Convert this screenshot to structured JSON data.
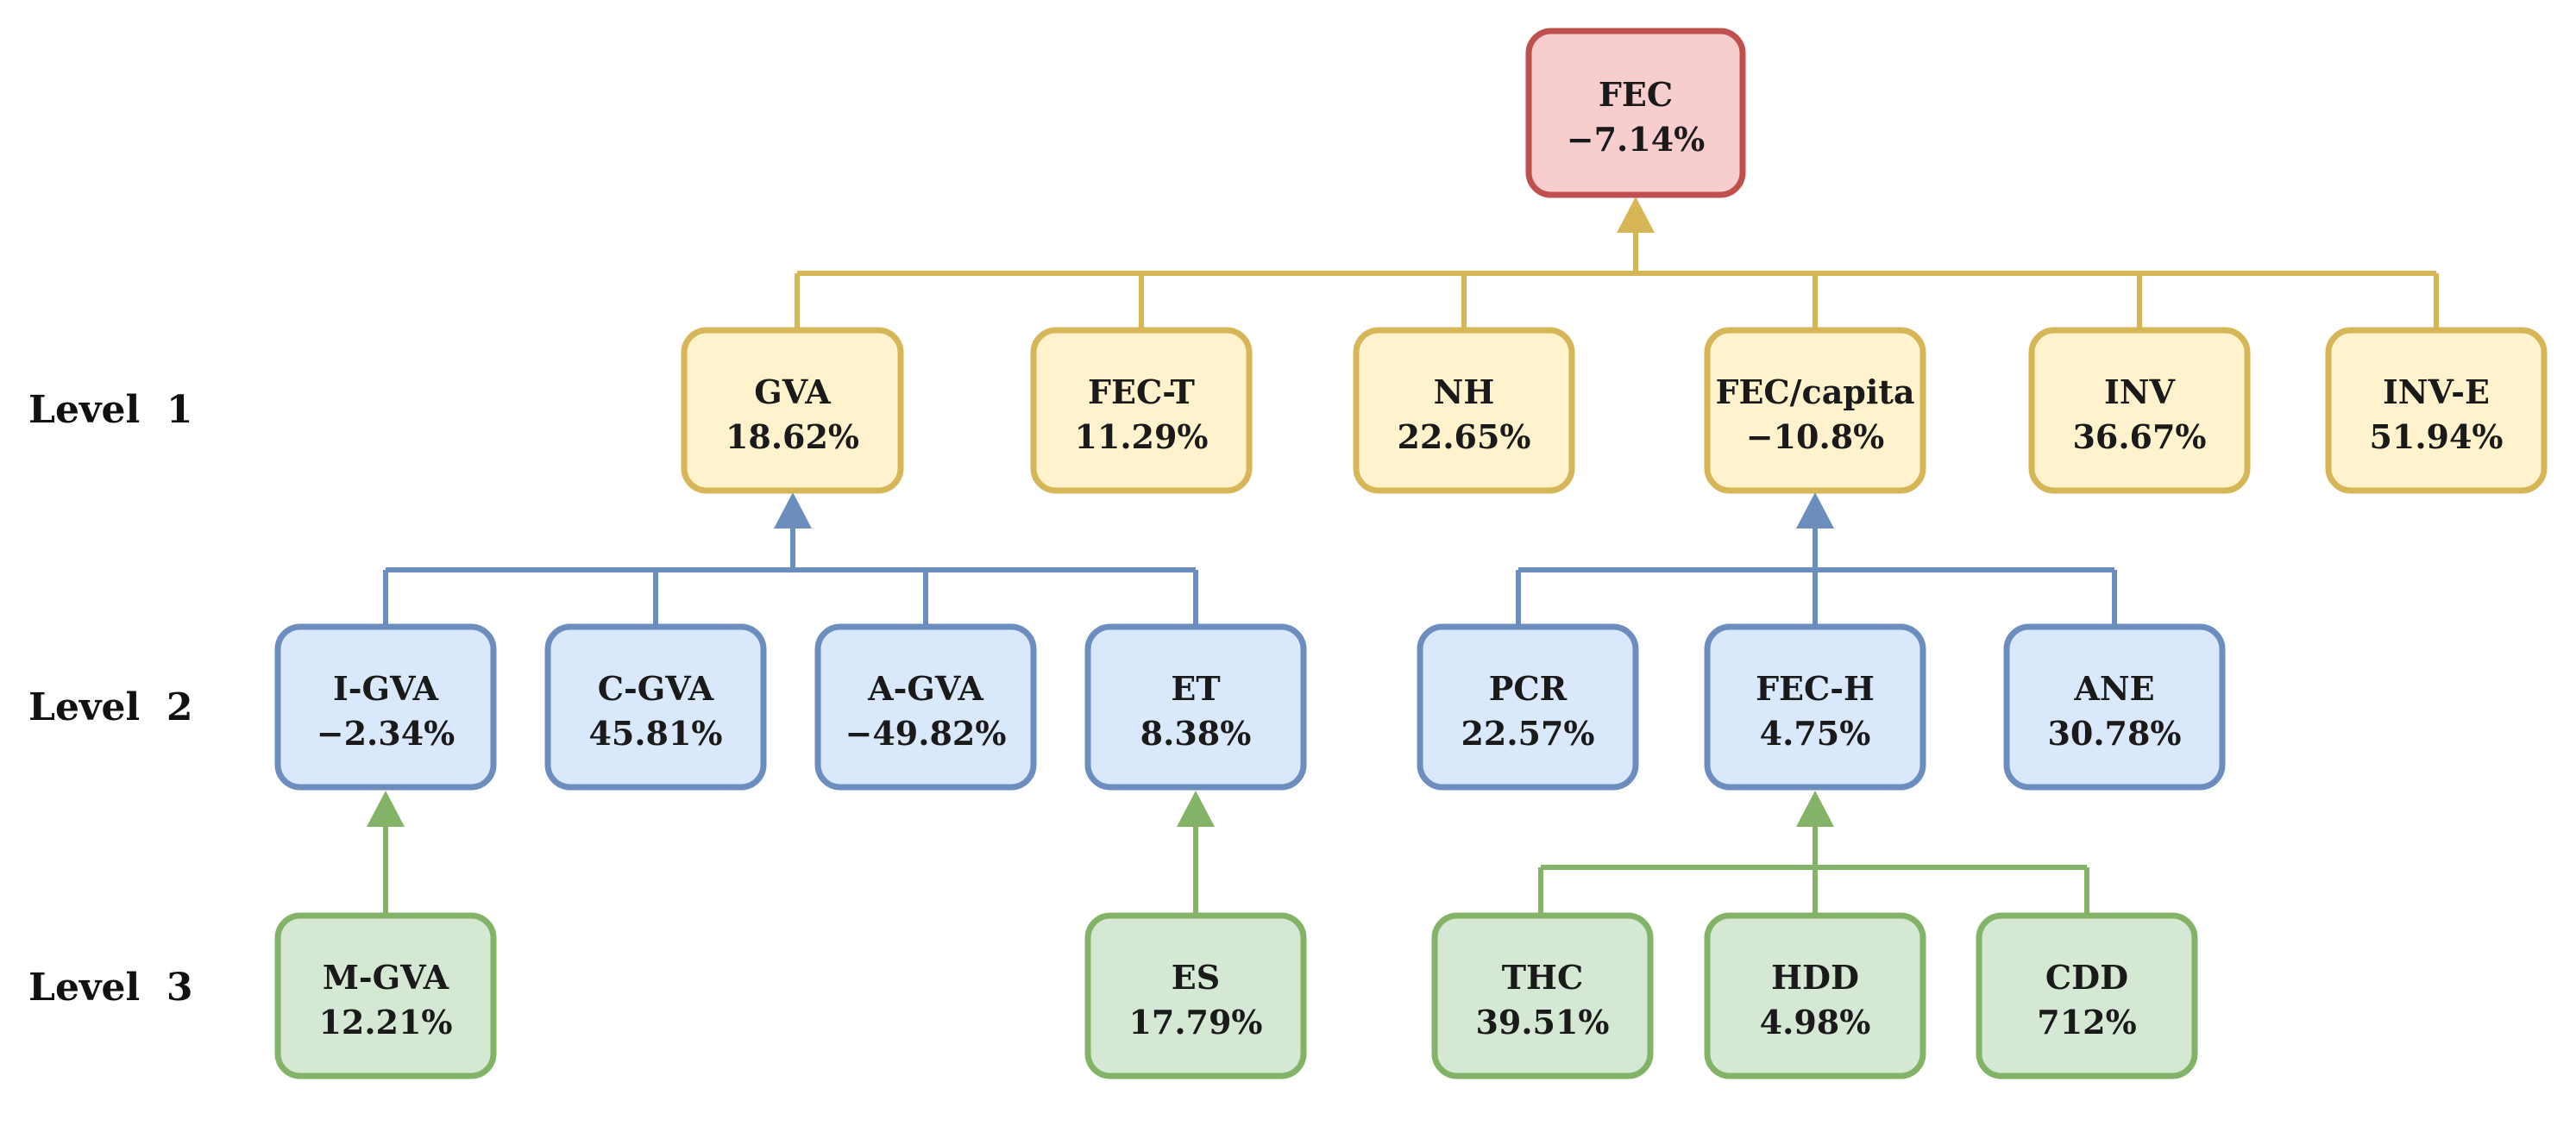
{
  "colors": {
    "root": {
      "fill": "#f8cdce",
      "stroke": "#c0504d"
    },
    "level1": {
      "fill": "#fff2cc",
      "stroke": "#d6b656"
    },
    "level2": {
      "fill": "#dae8fc",
      "stroke": "#6c8ebf"
    },
    "level3": {
      "fill": "#d5e8d4",
      "stroke": "#82b366"
    }
  },
  "levels": [
    "Level  1",
    "Level  2",
    "Level  3"
  ],
  "nodes": {
    "fec": {
      "name": "FEC",
      "value": "−7.14%"
    },
    "gva": {
      "name": "GVA",
      "value": "18.62%"
    },
    "fec_t": {
      "name": "FEC-T",
      "value": "11.29%"
    },
    "nh": {
      "name": "NH",
      "value": "22.65%"
    },
    "fec_capita": {
      "name": "FEC/capita",
      "value": "−10.8%"
    },
    "inv": {
      "name": "INV",
      "value": "36.67%"
    },
    "inv_e": {
      "name": "INV-E",
      "value": "51.94%"
    },
    "i_gva": {
      "name": "I-GVA",
      "value": "−2.34%"
    },
    "c_gva": {
      "name": "C-GVA",
      "value": "45.81%"
    },
    "a_gva": {
      "name": "A-GVA",
      "value": "−49.82%"
    },
    "et": {
      "name": "ET",
      "value": "8.38%"
    },
    "pcr": {
      "name": "PCR",
      "value": "22.57%"
    },
    "fec_h": {
      "name": "FEC-H",
      "value": "4.75%"
    },
    "ane": {
      "name": "ANE",
      "value": "30.78%"
    },
    "m_gva": {
      "name": "M-GVA",
      "value": "12.21%"
    },
    "es": {
      "name": "ES",
      "value": "17.79%"
    },
    "thc": {
      "name": "THC",
      "value": "39.51%"
    },
    "hdd": {
      "name": "HDD",
      "value": "4.98%"
    },
    "cdd": {
      "name": "CDD",
      "value": "712%"
    }
  }
}
